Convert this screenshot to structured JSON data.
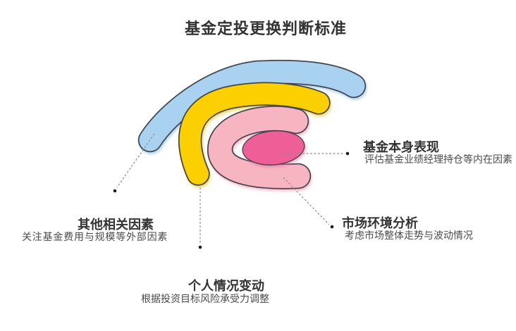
{
  "page_title": "基金定投更换判断标准",
  "items": {
    "fund_performance": {
      "title": "基金本身表现",
      "desc": "评估基金业绩经理持仓等内在因素"
    },
    "market_analysis": {
      "title": "市场环境分析",
      "desc": "考虑市场整体走势与波动情况"
    },
    "personal_change": {
      "title": "个人情况变动",
      "desc": "根据投资目标风险承受力调整"
    },
    "other_factors": {
      "title": "其他相关因素",
      "desc": "关注基金费用与规模等外部因素"
    }
  },
  "colors": {
    "arc_blue": "#A9D2F1",
    "arc_yellow": "#FCCF05",
    "arc_pink": "#F7B5C2",
    "core_pink": "#EE5F97",
    "outline": "#43454E",
    "connector": "#8C8C8C",
    "dot": "#1C1C1C",
    "title_text": "#333333",
    "desc_text": "#4B4B4B"
  }
}
